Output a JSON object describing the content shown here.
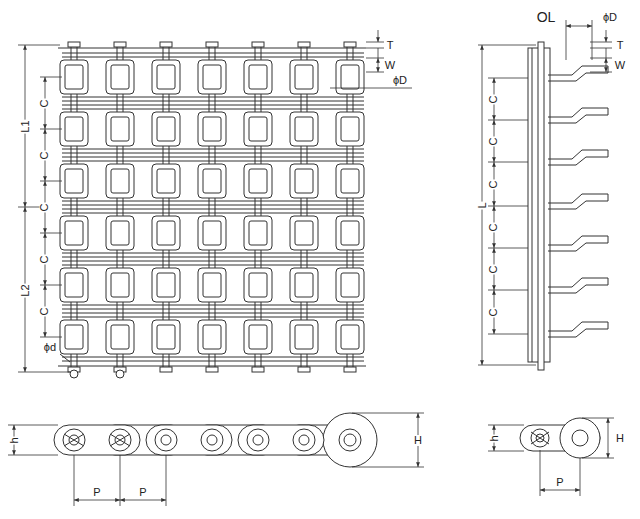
{
  "diagram": {
    "labels": [
      "T",
      "ϕD",
      "W",
      "L1",
      "C",
      "C",
      "C",
      "C",
      "C",
      "L2",
      "ϕd",
      "h",
      "H",
      "P",
      "P",
      "OL",
      "ϕD",
      "T",
      "W",
      "L",
      "C",
      "C",
      "C",
      "C",
      "C",
      "C",
      "h",
      "H",
      "P"
    ]
  }
}
